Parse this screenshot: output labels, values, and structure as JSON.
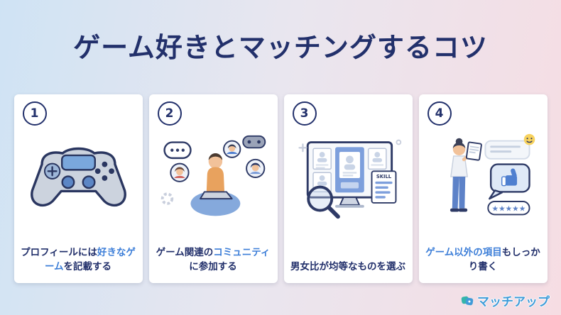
{
  "title": "ゲーム好きとマッチングするコツ",
  "colors": {
    "navy": "#22306b",
    "highlight": "#3c7ed8",
    "background_left": "#cfe3f4",
    "background_right": "#f6dde3",
    "logo_blue": "#3f9bd8"
  },
  "cards": [
    {
      "number": "1",
      "illustration": "game-controller",
      "caption": [
        {
          "text": "プロフィールには",
          "highlighted": false
        },
        {
          "text": "好きなゲーム",
          "highlighted": true
        },
        {
          "text": "を記載する",
          "highlighted": false
        }
      ]
    },
    {
      "number": "2",
      "illustration": "community-chat",
      "caption": [
        {
          "text": "ゲーム関連の",
          "highlighted": false
        },
        {
          "text": "コミュニティ",
          "highlighted": true
        },
        {
          "text": "に参加する",
          "highlighted": false
        }
      ]
    },
    {
      "number": "3",
      "illustration": "profile-browser",
      "caption": [
        {
          "text": "男女比が均等なものを選ぶ",
          "highlighted": false
        }
      ]
    },
    {
      "number": "4",
      "illustration": "review-writing",
      "caption": [
        {
          "text": "ゲーム以外の項目",
          "highlighted": true
        },
        {
          "text": "もしっかり書く",
          "highlighted": false
        }
      ]
    }
  ],
  "skill_label": "SKILL",
  "stars": "★★★★★",
  "logo": {
    "text": "マッチアップ"
  }
}
